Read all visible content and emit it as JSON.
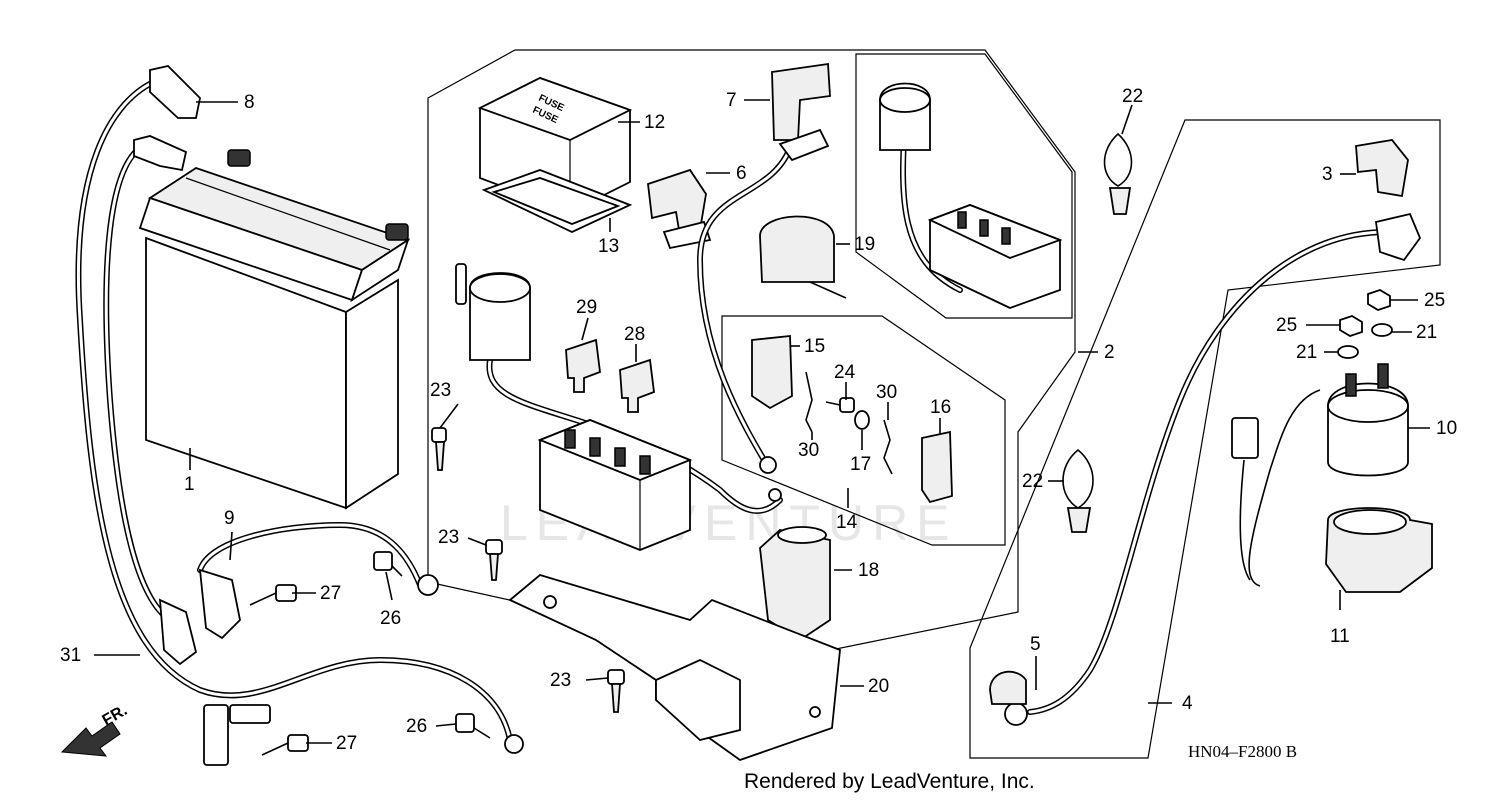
{
  "diagram": {
    "watermark": "LEADVENTURE",
    "credit": "Rendered by LeadVenture, Inc.",
    "diagram_code": "HN04–F2800 B",
    "front_indicator": "FR.",
    "fuse_box_text_line1": "FUSE",
    "fuse_box_text_line2": "FUSE"
  },
  "callouts": [
    {
      "id": "c1",
      "label": "1"
    },
    {
      "id": "c2",
      "label": "2"
    },
    {
      "id": "c3",
      "label": "3"
    },
    {
      "id": "c4",
      "label": "4"
    },
    {
      "id": "c5",
      "label": "5"
    },
    {
      "id": "c6",
      "label": "6"
    },
    {
      "id": "c7",
      "label": "7"
    },
    {
      "id": "c8",
      "label": "8"
    },
    {
      "id": "c9",
      "label": "9"
    },
    {
      "id": "c10",
      "label": "10"
    },
    {
      "id": "c11",
      "label": "11"
    },
    {
      "id": "c12",
      "label": "12"
    },
    {
      "id": "c13",
      "label": "13"
    },
    {
      "id": "c14",
      "label": "14"
    },
    {
      "id": "c15",
      "label": "15"
    },
    {
      "id": "c16",
      "label": "16"
    },
    {
      "id": "c17",
      "label": "17"
    },
    {
      "id": "c18",
      "label": "18"
    },
    {
      "id": "c19",
      "label": "19"
    },
    {
      "id": "c20",
      "label": "20"
    },
    {
      "id": "c21a",
      "label": "21"
    },
    {
      "id": "c21b",
      "label": "21"
    },
    {
      "id": "c22a",
      "label": "22"
    },
    {
      "id": "c22b",
      "label": "22"
    },
    {
      "id": "c23a",
      "label": "23"
    },
    {
      "id": "c23b",
      "label": "23"
    },
    {
      "id": "c23c",
      "label": "23"
    },
    {
      "id": "c24",
      "label": "24"
    },
    {
      "id": "c25a",
      "label": "25"
    },
    {
      "id": "c25b",
      "label": "25"
    },
    {
      "id": "c26a",
      "label": "26"
    },
    {
      "id": "c26b",
      "label": "26"
    },
    {
      "id": "c27a",
      "label": "27"
    },
    {
      "id": "c27b",
      "label": "27"
    },
    {
      "id": "c28",
      "label": "28"
    },
    {
      "id": "c29",
      "label": "29"
    },
    {
      "id": "c30a",
      "label": "30"
    },
    {
      "id": "c30b",
      "label": "30"
    },
    {
      "id": "c31",
      "label": "31"
    }
  ]
}
